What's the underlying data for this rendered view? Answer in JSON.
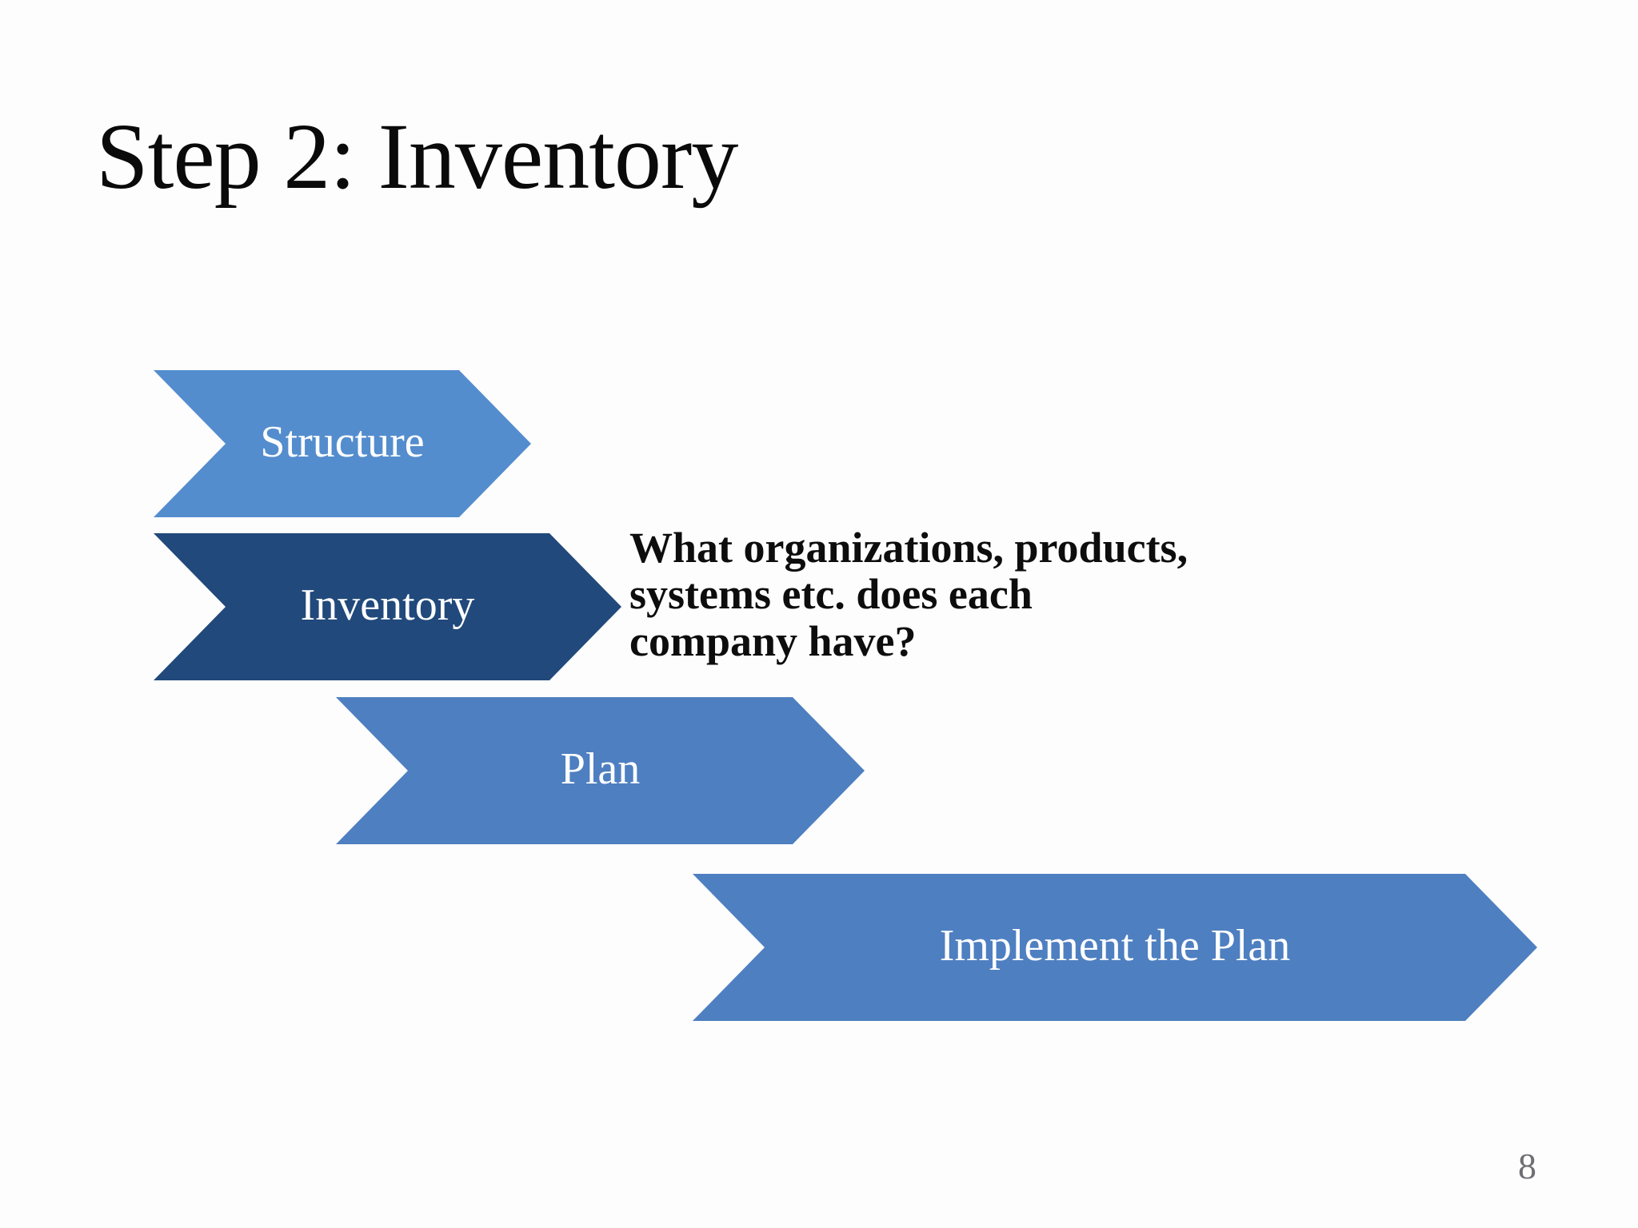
{
  "slide": {
    "title": "Step 2: Inventory",
    "page_number": "8",
    "annotation": {
      "text": "What organizations, products,\nsystems etc. does each\ncompany have?"
    },
    "arrows": [
      {
        "label": "Structure",
        "color": "#548DCE"
      },
      {
        "label": "Inventory",
        "color": "#21497B"
      },
      {
        "label": "Plan",
        "color": "#4E7FC1"
      },
      {
        "label": "Implement the Plan",
        "color": "#4E7FC1"
      }
    ],
    "colors": {
      "background": "#FDFDFD",
      "title_text": "#0A0A0A",
      "annotation_text": "#0D0D0D",
      "arrow_label_text": "#FFFFFF",
      "page_number_text": "#6E6E73"
    }
  }
}
